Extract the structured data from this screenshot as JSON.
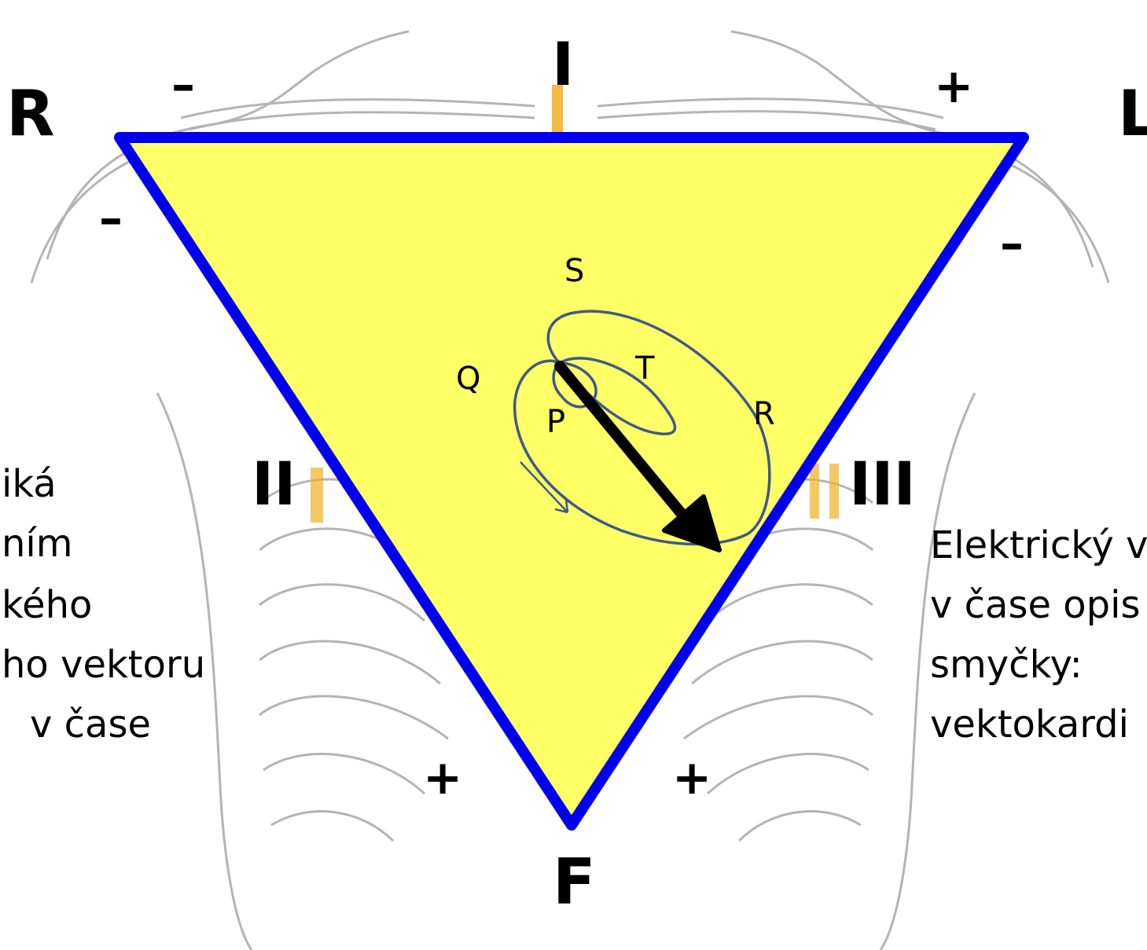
{
  "corners": {
    "right_arm": "R",
    "left_arm": "L",
    "foot": "F"
  },
  "leads": {
    "lead_i": "I",
    "lead_ii": "II",
    "lead_iii": "III"
  },
  "polarity": {
    "lead_i_negative": "–",
    "lead_i_positive": "+",
    "lead_ii_negative": "–",
    "lead_ii_positive": "+",
    "lead_iii_negative": "–",
    "lead_iii_positive": "+"
  },
  "loop_labels": {
    "p": "P",
    "q": "Q",
    "r": "R",
    "s": "S",
    "t": "T"
  },
  "left_text": [
    "iká",
    "ním",
    "kého",
    "ho vektoru",
    "v čase"
  ],
  "right_text": [
    "Elektrický v",
    "v čase opis",
    "smyčky:",
    "vektokardi"
  ],
  "colors": {
    "triangle_fill": "#ffff66",
    "triangle_stroke": "#0000ee",
    "loop_stroke": "#3d5a8a",
    "vector": "#000000",
    "electrode": "#f0b020",
    "anatomy": "#b4b4b4"
  }
}
